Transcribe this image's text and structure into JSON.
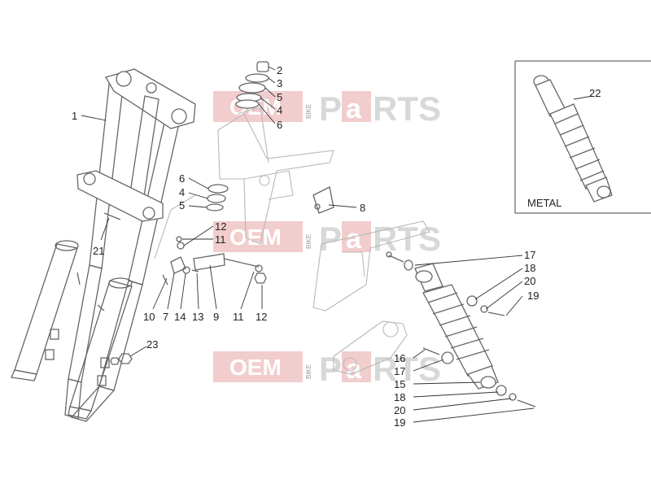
{
  "watermark": {
    "oem": "OEM",
    "bike": "BIKE",
    "parts_p": "P",
    "parts_a": "a",
    "parts_rts": "RTS"
  },
  "inset": {
    "label": "METAL",
    "callout": "22"
  },
  "callouts": {
    "c1": "1",
    "c2": "2",
    "c3": "3",
    "c5a": "5",
    "c4a": "4",
    "c6a": "6",
    "c6b": "6",
    "c4b": "4",
    "c5b": "5",
    "c8": "8",
    "c12a": "12",
    "c11a": "11",
    "c21": "21",
    "c10": "10",
    "c7": "7",
    "c14": "14",
    "c13": "13",
    "c9": "9",
    "c11b": "11",
    "c12b": "12",
    "c23": "23",
    "c17a": "17",
    "c18a": "18",
    "c20a": "20",
    "c19a": "19",
    "c16": "16",
    "c17b": "17",
    "c15": "15",
    "c18b": "18",
    "c20b": "20",
    "c19b": "19"
  }
}
